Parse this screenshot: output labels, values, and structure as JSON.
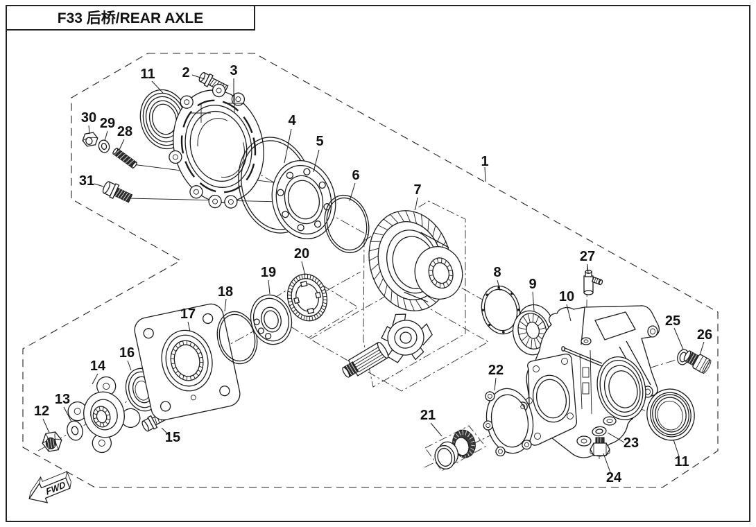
{
  "title_box": {
    "title": "F33 后桥/REAR AXLE"
  },
  "fwd_marker": {
    "label": "FWD"
  },
  "colors": {
    "line": "#1a1a1a",
    "background": "#ffffff"
  },
  "callouts": {
    "c1": "1",
    "c2": "2",
    "c3": "3",
    "c4": "4",
    "c5": "5",
    "c6": "6",
    "c7": "7",
    "c8": "8",
    "c9": "9",
    "c10": "10",
    "c11a": "11",
    "c11b": "11",
    "c12": "12",
    "c13": "13",
    "c14": "14",
    "c15": "15",
    "c16": "16",
    "c17": "17",
    "c18": "18",
    "c19": "19",
    "c20": "20",
    "c21": "21",
    "c22": "22",
    "c23": "23",
    "c24": "24",
    "c25": "25",
    "c26": "26",
    "c27": "27",
    "c28": "28",
    "c29": "29",
    "c30": "30",
    "c31": "31"
  }
}
